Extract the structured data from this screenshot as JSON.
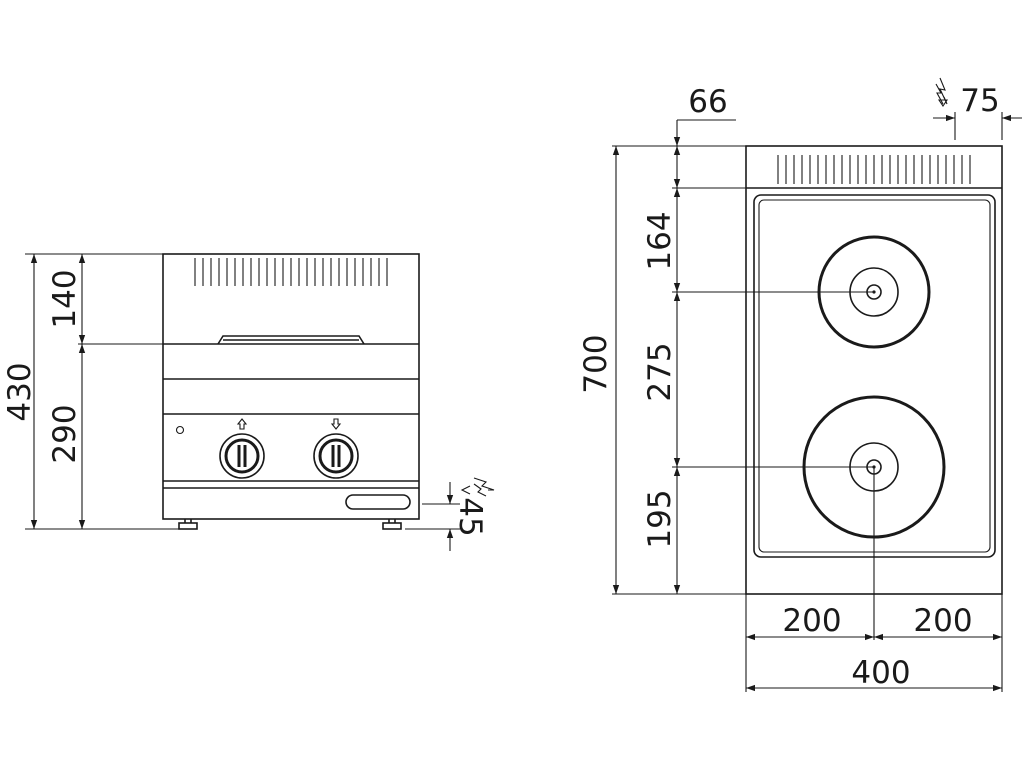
{
  "front_view": {
    "dim_total_height": "430",
    "dim_upper_height": "140",
    "dim_lower_height": "290",
    "dim_supply_height": "45"
  },
  "top_view": {
    "dim_rear_offset": "66",
    "dim_supply_offset": "75",
    "dim_depth": "700",
    "dim_rear_to_hob1": "164",
    "dim_hob_spacing": "275",
    "dim_hob2_to_front": "195",
    "dim_left_half": "200",
    "dim_right_half": "200",
    "dim_width": "400"
  }
}
